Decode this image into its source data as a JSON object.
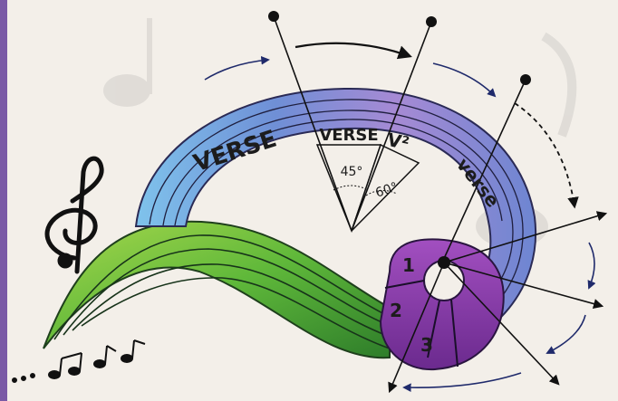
{
  "labels": {
    "verse_left": "VERSE",
    "verse_middle": "VERSE",
    "v2": "V²",
    "verse_right": "verse",
    "angle_45": "45°",
    "angle_60": "60°",
    "section_1": "1",
    "section_2": "2",
    "section_3": "3"
  },
  "colors": {
    "background": "#f3efe9",
    "left_edge": "#7a5aa6",
    "spiral_blue": "#6f8fd6",
    "spiral_violet": "#9a83cf",
    "tail_green": "#6bbf3a",
    "tail_dark_green": "#2e7d2a",
    "core_purple": "#8a3ca8",
    "arrow_navy": "#1f2a6b",
    "ink": "#111111"
  },
  "icons": [
    "treble-clef-icon",
    "music-notes-icon"
  ]
}
